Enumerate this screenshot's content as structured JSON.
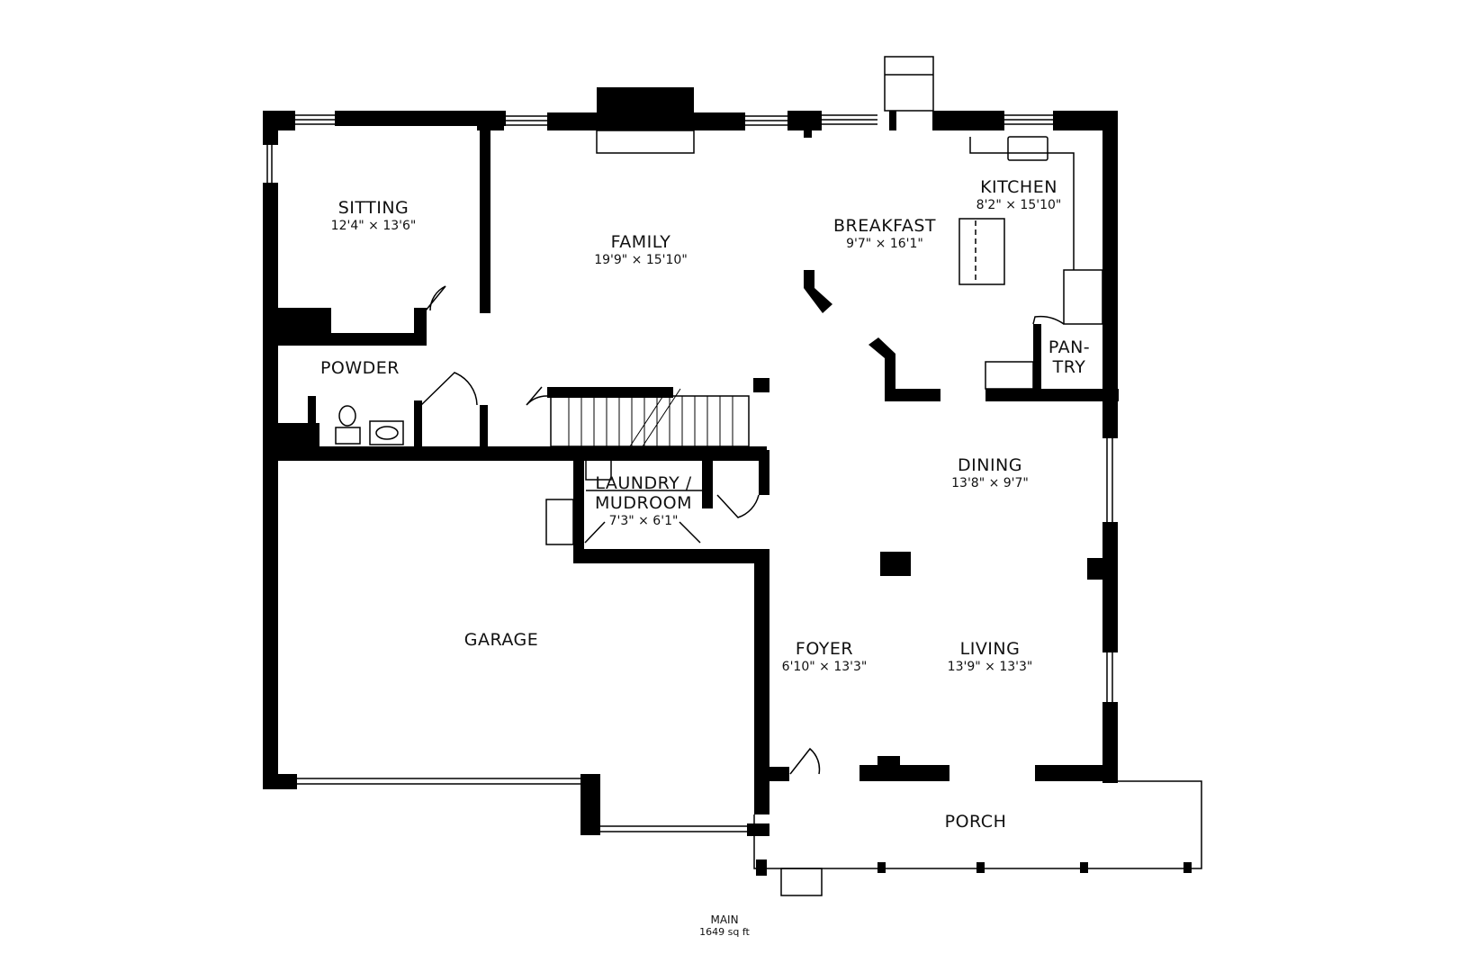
{
  "plan": {
    "level": "MAIN",
    "area": "1649 sq ft",
    "wall_color": "#000000",
    "background": "#ffffff"
  },
  "rooms": {
    "sitting": {
      "name": "SITTING",
      "dim": "12'4\" × 13'6\""
    },
    "family": {
      "name": "FAMILY",
      "dim": "19'9\" × 15'10\""
    },
    "breakfast": {
      "name": "BREAKFAST",
      "dim": "9'7\" × 16'1\""
    },
    "kitchen": {
      "name": "KITCHEN",
      "dim": "8'2\" × 15'10\""
    },
    "pantry": {
      "name": "PAN-\nTRY",
      "line1": "PAN-",
      "line2": "TRY"
    },
    "powder": {
      "name": "POWDER"
    },
    "laundry": {
      "name": "LAUNDRY /",
      "name2": "MUDROOM",
      "dim": "7'3\" × 6'1\""
    },
    "dining": {
      "name": "DINING",
      "dim": "13'8\" × 9'7\""
    },
    "garage": {
      "name": "GARAGE"
    },
    "foyer": {
      "name": "FOYER",
      "dim": "6'10\" × 13'3\""
    },
    "living": {
      "name": "LIVING",
      "dim": "13'9\" × 13'3\""
    },
    "porch": {
      "name": "PORCH"
    }
  }
}
